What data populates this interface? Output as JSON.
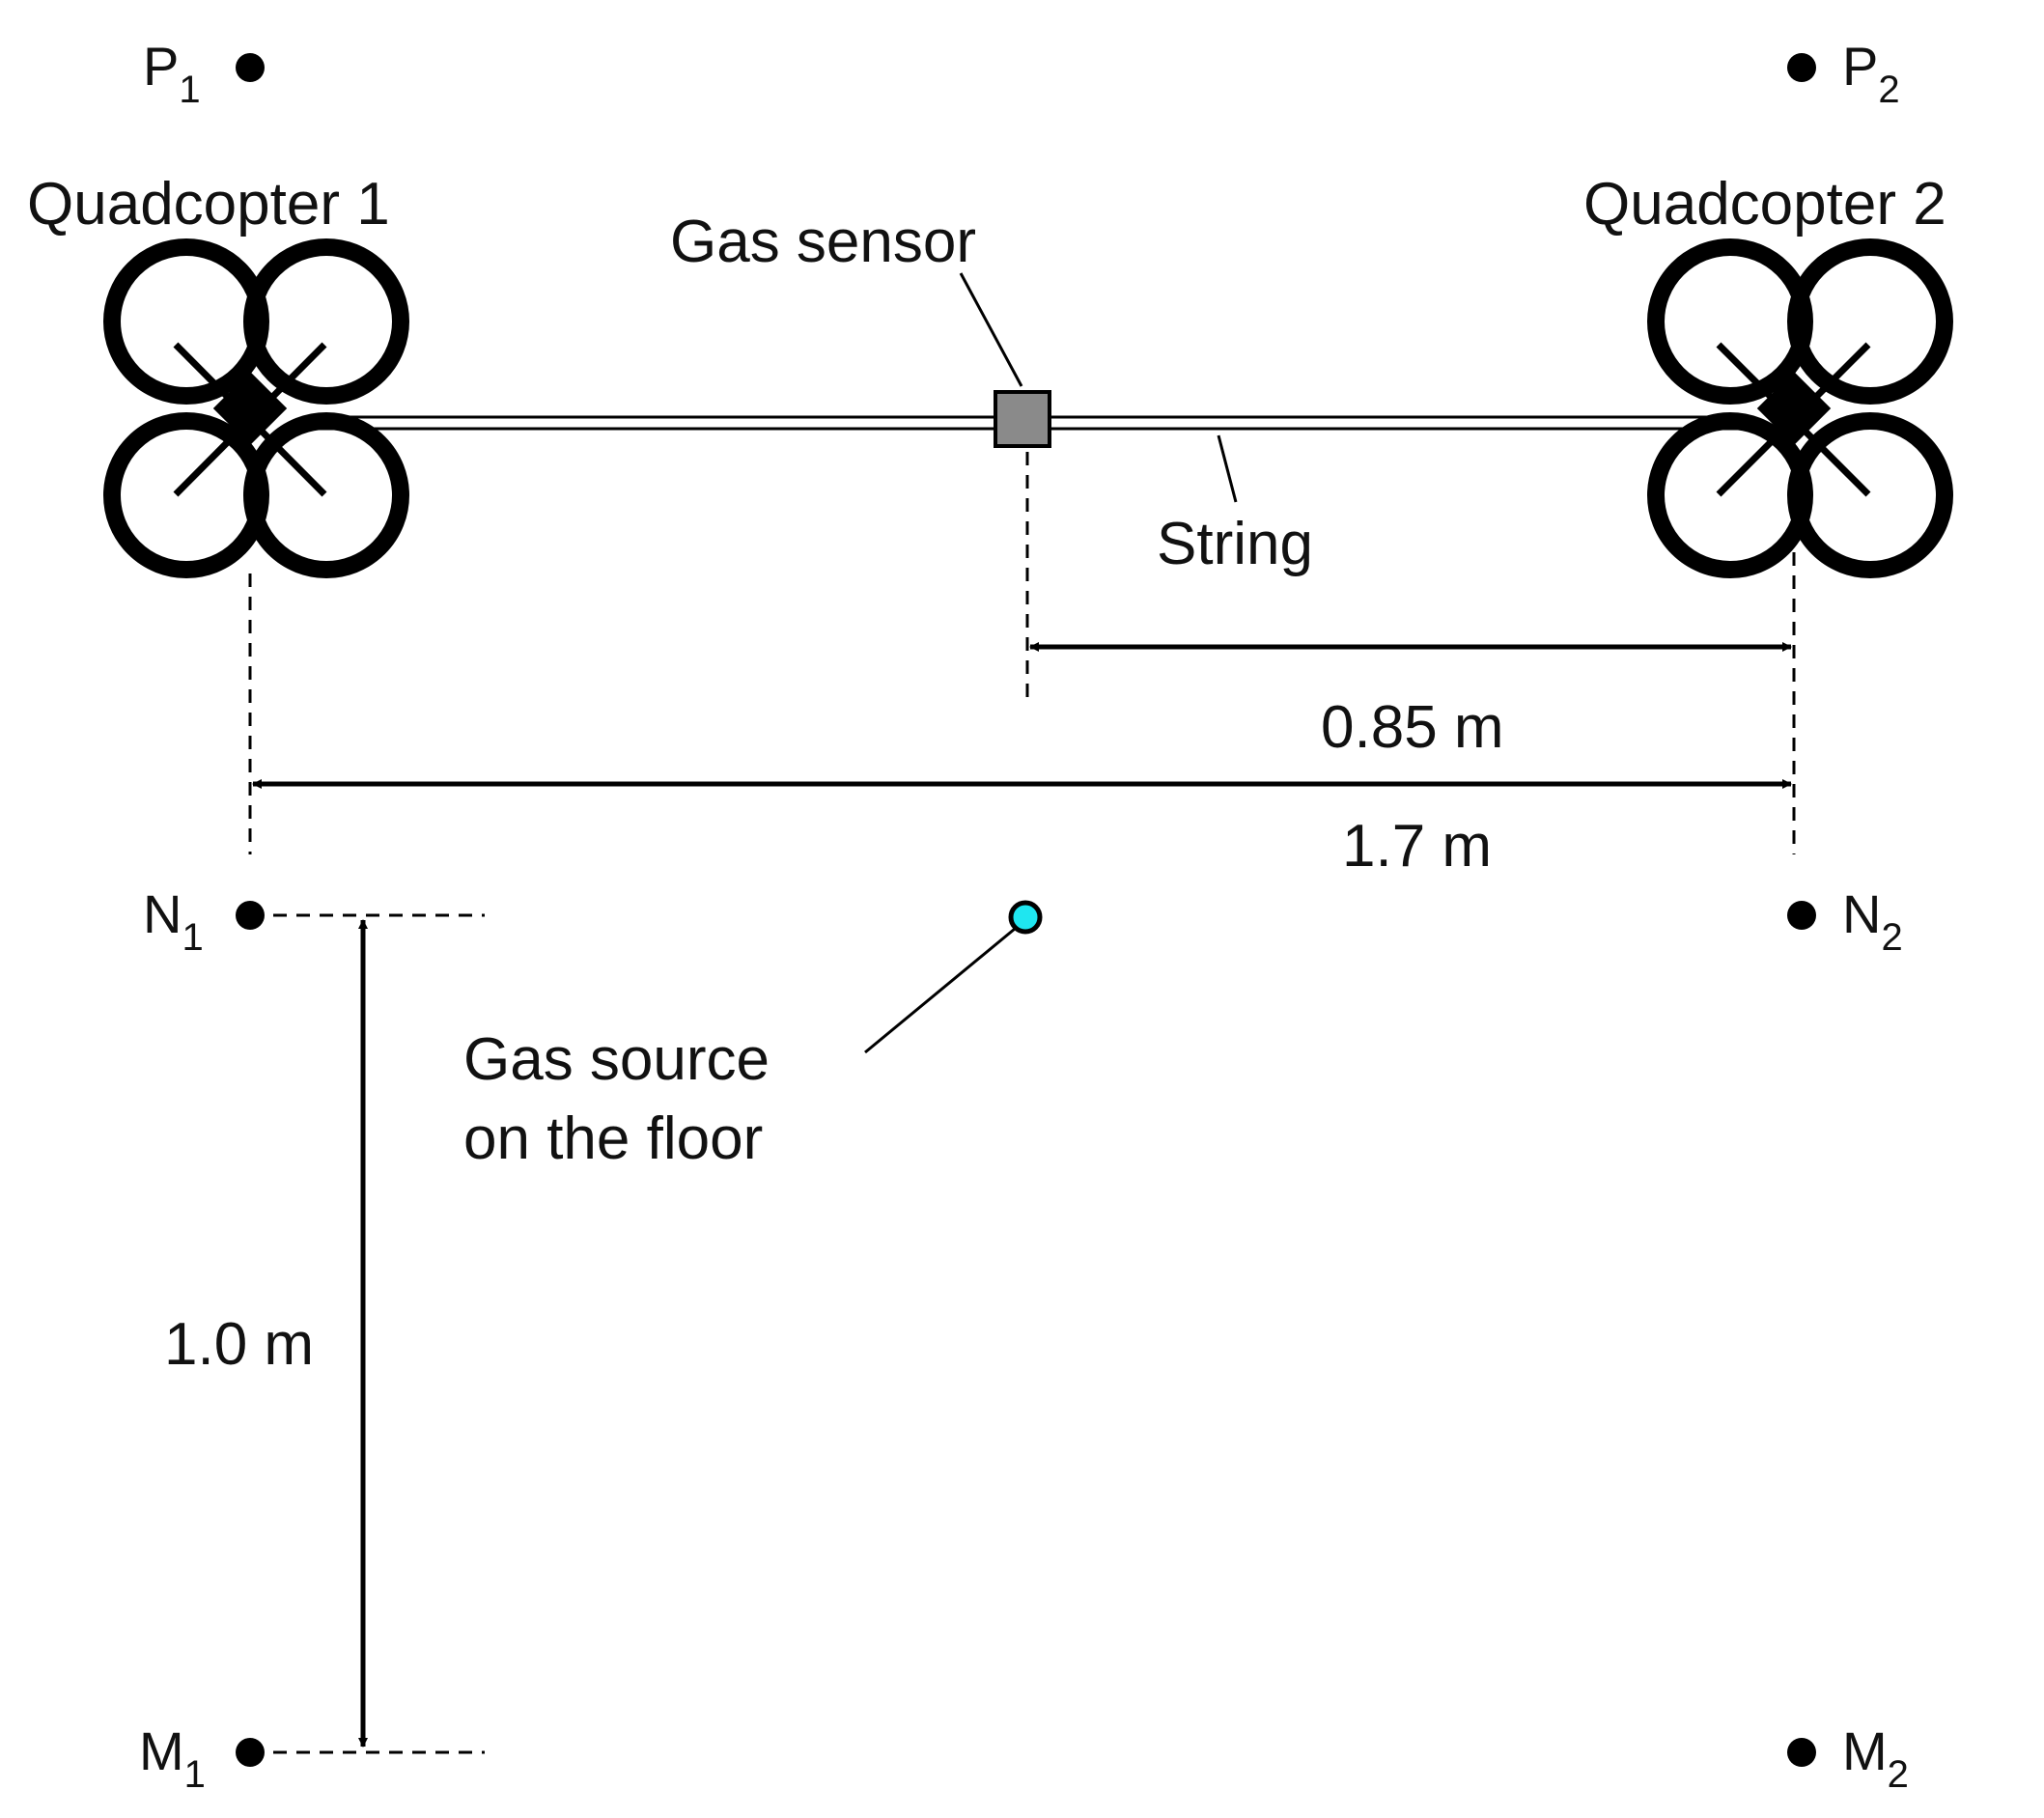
{
  "drones": [
    {
      "label": "Quadcopter 1"
    },
    {
      "label": "Quadcopter 2"
    }
  ],
  "sensor_label": "Gas sensor",
  "string_label": "String",
  "dimensions": {
    "half_span": "0.85 m",
    "full_span": "1.7 m",
    "depth": "1.0 m"
  },
  "source_label": {
    "line1": "Gas source",
    "line2": "on the floor"
  },
  "points": {
    "p1": {
      "letter": "P",
      "sub": "1"
    },
    "p2": {
      "letter": "P",
      "sub": "2"
    },
    "n1": {
      "letter": "N",
      "sub": "1"
    },
    "n2": {
      "letter": "N",
      "sub": "2"
    },
    "m1": {
      "letter": "M",
      "sub": "1"
    },
    "m2": {
      "letter": "M",
      "sub": "2"
    }
  },
  "colors": {
    "ink": "#000000",
    "sensor_fill": "#8a8a8a",
    "source_fill": "#1fe6f0"
  }
}
